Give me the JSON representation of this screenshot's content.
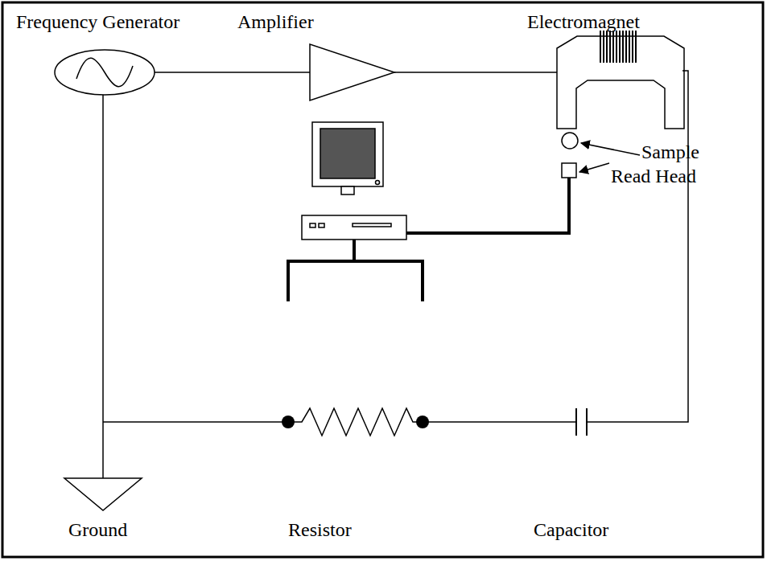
{
  "diagram": {
    "labels": [
      "Frequency Generator",
      "Amplifier",
      "Electromagnet",
      "Sample",
      "Read Head",
      "Ground",
      "Resistor",
      "Capacitor"
    ]
  }
}
